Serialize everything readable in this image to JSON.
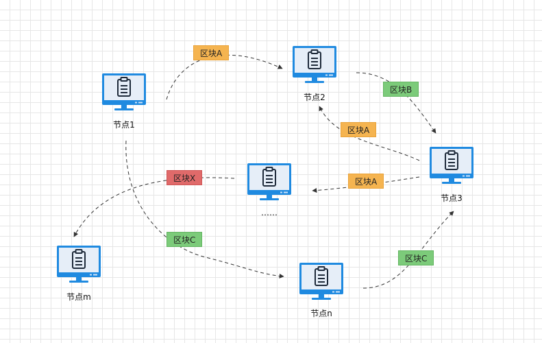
{
  "nodes": [
    {
      "id": "n1",
      "label": "节点1"
    },
    {
      "id": "n2",
      "label": "节点2"
    },
    {
      "id": "n3",
      "label": "节点3"
    },
    {
      "id": "nm",
      "label": "节点m"
    },
    {
      "id": "nn",
      "label": "节点n"
    },
    {
      "id": "nx",
      "label": "……"
    }
  ],
  "blocks": {
    "a1": "区块A",
    "b": "区块B",
    "a2": "区块A",
    "a3": "区块A",
    "x": "区块X",
    "c1": "区块C",
    "c2": "区块C"
  },
  "colors": {
    "monitor_frame": "#1f8ae0",
    "monitor_screen": "#e6eef8",
    "clipboard_stroke": "#1e2a3a",
    "block_orange": "#f5b450",
    "block_green": "#7ccb7a",
    "block_red": "#e06a6a",
    "edge": "#333333"
  }
}
